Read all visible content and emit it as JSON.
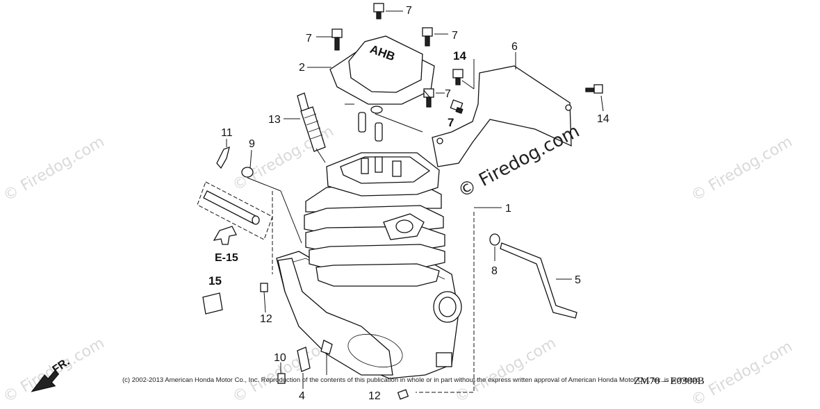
{
  "callouts": {
    "c1": "1",
    "c2": "2",
    "c4": "4",
    "c5": "5",
    "c6": "6",
    "c7a": "7",
    "c7b": "7",
    "c7c": "7",
    "c7d": "7",
    "c7e": "7",
    "c8": "8",
    "c9": "9",
    "c10": "10",
    "c11": "11",
    "c12a": "12",
    "c12b": "12",
    "c13": "13",
    "c14a": "14",
    "c14b": "14",
    "c15": "15"
  },
  "references": {
    "e15": "E-15",
    "front": "FR.",
    "cover_mark": "AHB"
  },
  "diagram_code": "ZM70 – E0300B",
  "copyright": "(c) 2002-2013 American Honda Motor Co., Inc. Reproduction of the contents of this publication in whole or in part without the express written approval of American Honda Motor Co., Inc. is prohibited.",
  "watermark": {
    "center": "© Firedog.com",
    "tile": "© Firedog.com"
  }
}
